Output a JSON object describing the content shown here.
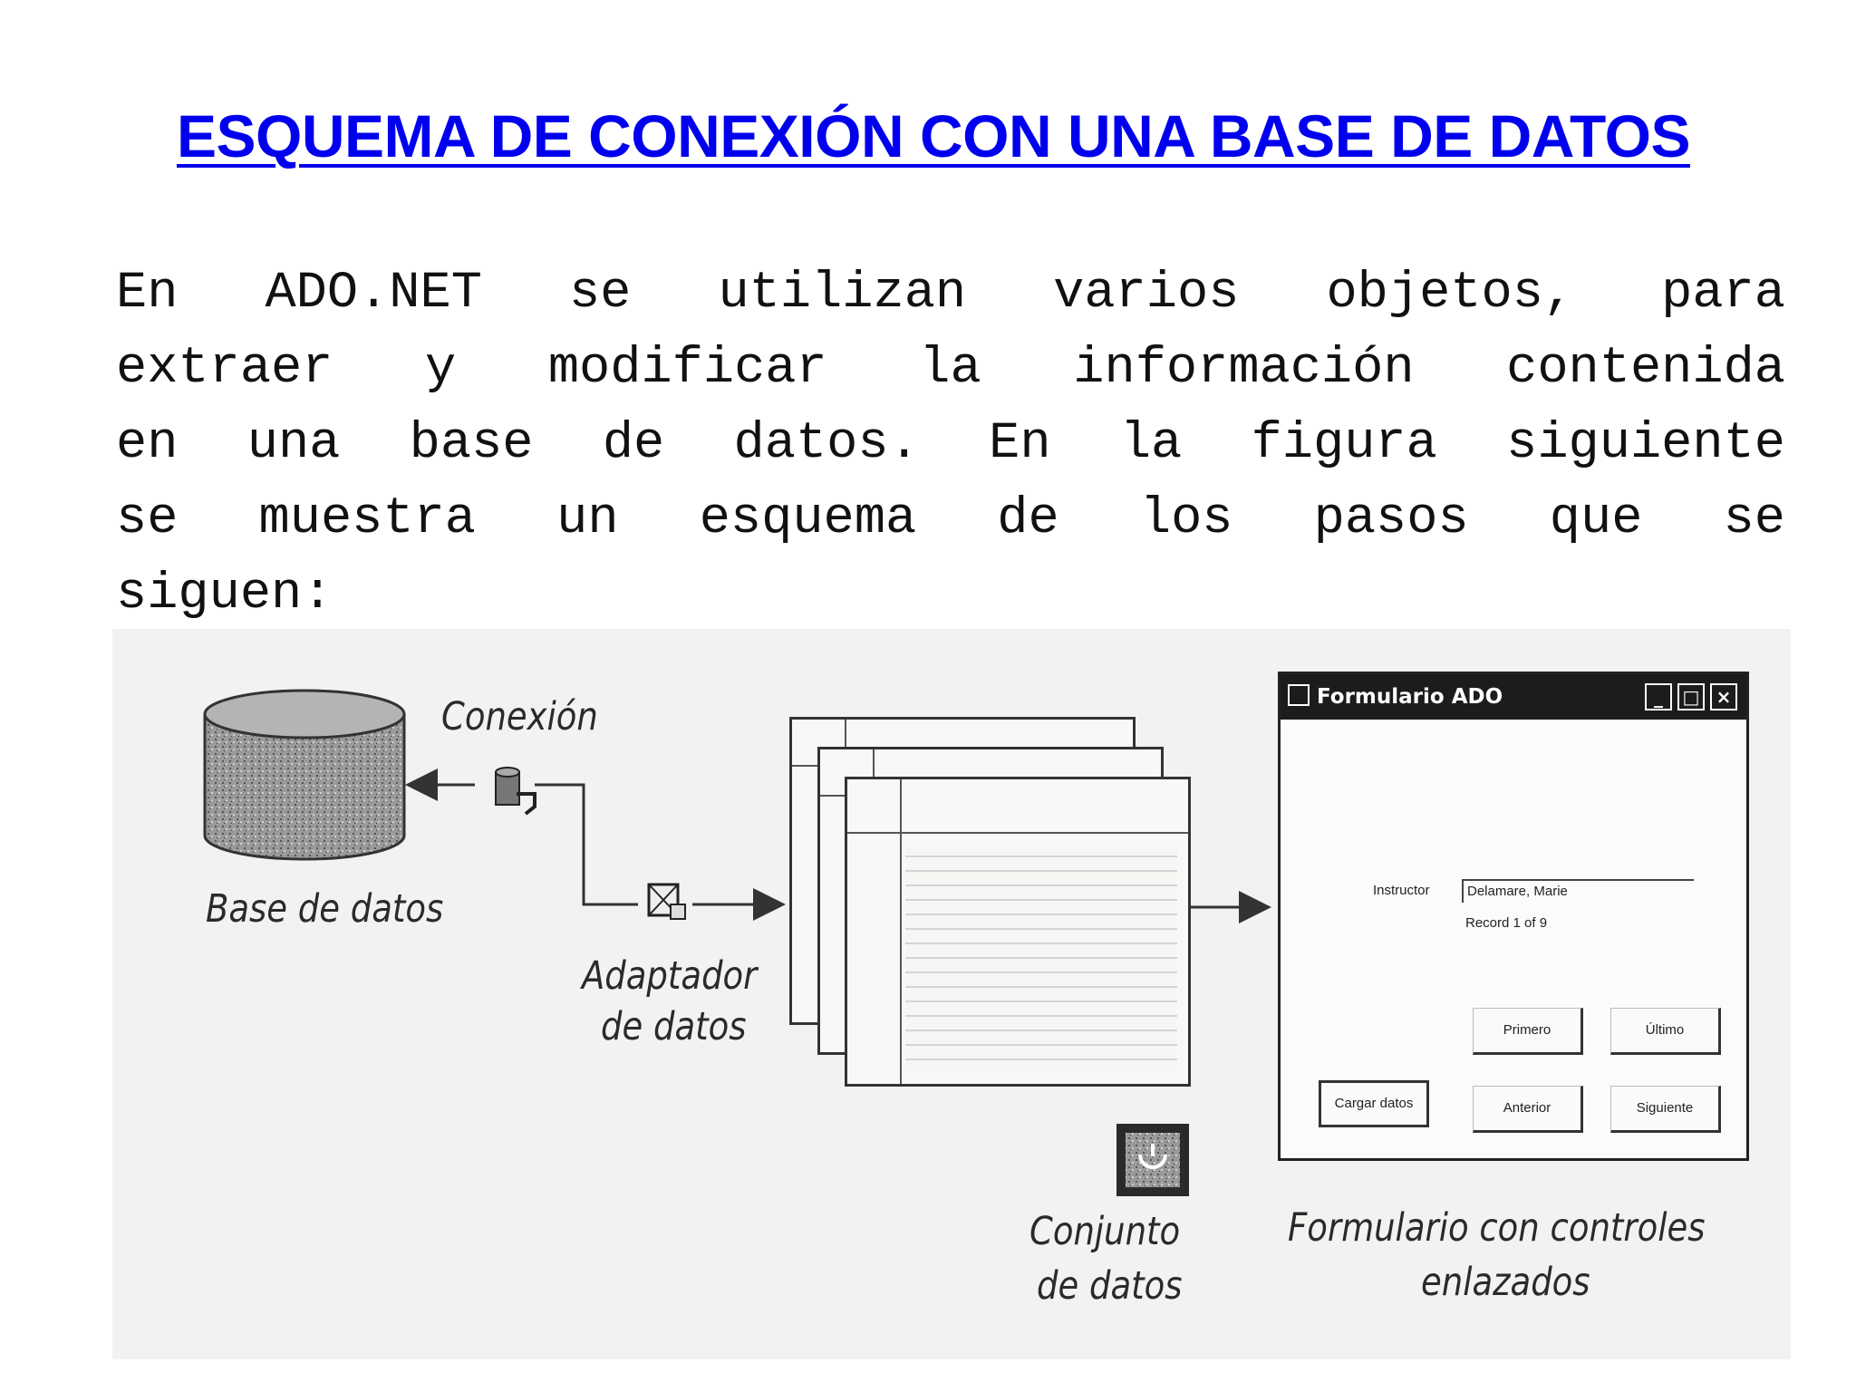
{
  "title": "ESQUEMA DE CONEXIÓN CON UNA BASE DE DATOS",
  "paragraph": {
    "lines": [
      "En ADO.NET se utilizan varios objetos, para",
      "extraer y modificar la información contenida",
      "en una base de datos. En la figura siguiente",
      "se muestra un esquema de los pasos que se",
      "siguen:"
    ]
  },
  "diagram": {
    "database_label": "Base de datos",
    "connection_label": "Conexión",
    "adapter_label_line1": "Adaptador",
    "adapter_label_line2": "de datos",
    "dataset_label_line1": "Conjunto",
    "dataset_label_line2": "de datos",
    "form_caption_line1": "Formulario con controles",
    "form_caption_line2": "enlazados",
    "form": {
      "title": "Formulario ADO",
      "instructor_label": "Instructor",
      "instructor_value": "Delamare, Marie",
      "record_text": "Record 1 of 9",
      "buttons": {
        "primero": "Primero",
        "ultimo": "Último",
        "cargar": "Cargar datos",
        "anterior": "Anterior",
        "siguiente": "Siguiente"
      },
      "controls": {
        "minimize": "_",
        "maximize": "□",
        "close": "×"
      }
    }
  }
}
